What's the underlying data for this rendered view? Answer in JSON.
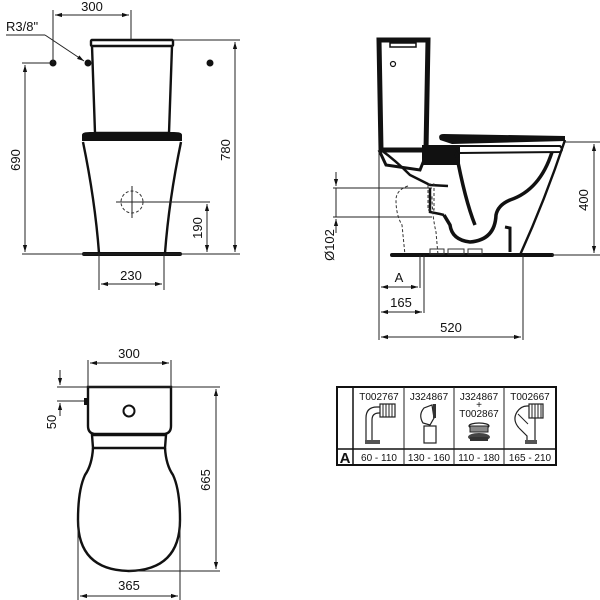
{
  "front_view": {
    "labels": {
      "tank_width": "300",
      "inlet_thread": "R3/8\"",
      "inlet_height": "690",
      "total_height": "780",
      "outlet_height": "190",
      "base_width": "230"
    }
  },
  "side_view": {
    "labels": {
      "outlet_diameter": "Ø102",
      "seat_height": "400",
      "offset_a": "A",
      "offset_165": "165",
      "depth": "520"
    }
  },
  "top_view": {
    "labels": {
      "tank_width": "300",
      "inlet_offset": "50",
      "length": "665",
      "bowl_width": "365"
    }
  },
  "connector_table": {
    "row_label": "A",
    "columns": [
      {
        "code": "T002767",
        "code2": "",
        "plus": "",
        "range": "60 - 110",
        "icon": "elbow-pan-connector-icon"
      },
      {
        "code": "J324867",
        "code2": "",
        "plus": "",
        "range": "130 - 160",
        "icon": "offset-pan-connector-icon"
      },
      {
        "code": "J324867",
        "code2": "T002867",
        "plus": "+",
        "range": "110 - 180",
        "icon": "floor-seal-connector-icon"
      },
      {
        "code": "T002667",
        "code2": "",
        "plus": "",
        "range": "165 - 210",
        "icon": "swept-elbow-connector-icon"
      }
    ]
  }
}
